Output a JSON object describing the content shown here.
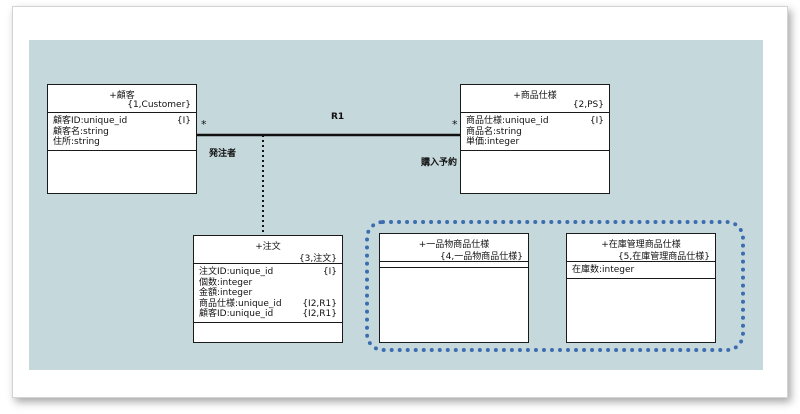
{
  "classes": {
    "customer": {
      "name": "+顧客",
      "key": "{1,Customer}",
      "attributes": [
        {
          "text": "顧客ID:unique_id",
          "tag": "{I}"
        },
        {
          "text": "顧客名:string",
          "tag": ""
        },
        {
          "text": "住所:string",
          "tag": ""
        }
      ]
    },
    "product_spec": {
      "name": "+商品仕様",
      "key": "{2,PS}",
      "attributes": [
        {
          "text": "商品仕様:unique_id",
          "tag": "{I}"
        },
        {
          "text": "商品名:string",
          "tag": ""
        },
        {
          "text": "単価:integer",
          "tag": ""
        }
      ]
    },
    "order": {
      "name": "+注文",
      "key": "{3,注文}",
      "attributes": [
        {
          "text": "注文ID:unique_id",
          "tag": "{I}"
        },
        {
          "text": "個数:integer",
          "tag": ""
        },
        {
          "text": "金額:integer",
          "tag": ""
        },
        {
          "text": "商品仕様:unique_id",
          "tag": "{I2,R1}"
        },
        {
          "text": "顧客ID:unique_id",
          "tag": "{I2,R1}"
        }
      ]
    },
    "single_product": {
      "name": "+一品物商品仕様",
      "key": "{4,一品物商品仕様}",
      "attributes": []
    },
    "stock_product": {
      "name": "+在庫管理商品仕様",
      "key": "{5,在庫管理商品仕様}",
      "attributes": [
        {
          "text": "在庫数:integer",
          "tag": ""
        }
      ]
    }
  },
  "association": {
    "name": "R1",
    "left_multiplicity": "*",
    "right_multiplicity": "*",
    "left_role": "発注者",
    "right_role": "購入予約"
  },
  "colors": {
    "canvas": "#c5d8dc",
    "group_border": "#3e6cb0"
  }
}
